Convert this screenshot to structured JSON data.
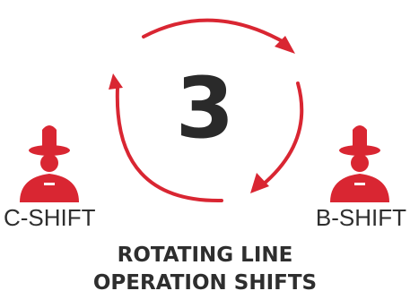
{
  "center_number": "3",
  "left_shift_label": "C-SHIFT",
  "right_shift_label": "B-SHIFT",
  "caption": {
    "line1": "ROTATING LINE",
    "line2": "OPERATION SHIFTS"
  },
  "colors": {
    "accent_red": "#d92632",
    "text_dark": "#2e2e2e"
  },
  "icons": {
    "left": "firefighter-icon",
    "right": "firefighter-icon",
    "cycle": "rotation-arrows-icon"
  }
}
